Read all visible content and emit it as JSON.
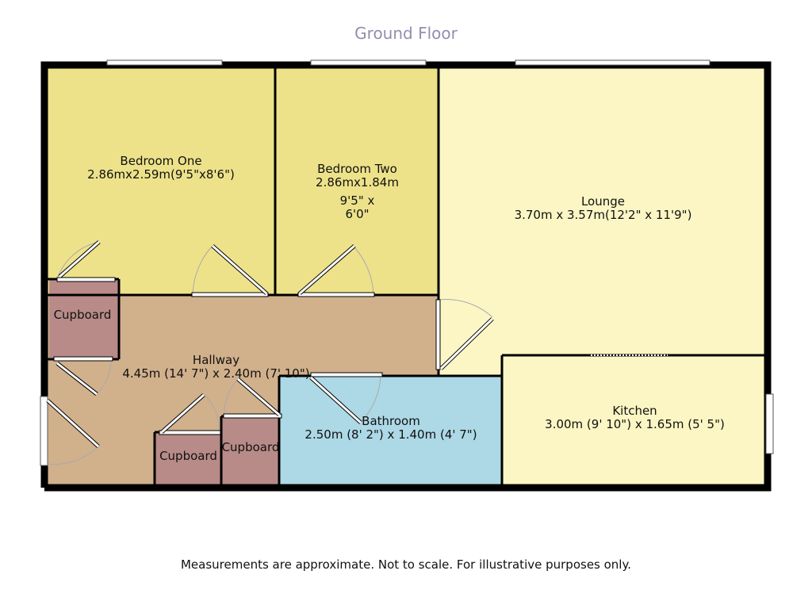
{
  "title": "Ground Floor",
  "disclaimer": "Measurements are approximate. Not to scale. For illustrative purposes only.",
  "colors": {
    "bedroom": "#ede28a",
    "lounge": "#fbf6c4",
    "kitchen": "#fbf6c4",
    "hallway": "#d1b08c",
    "cupboard": "#b88b88",
    "bathroom": "#add8e6",
    "wall": "#000000",
    "title": "#8f8fb0"
  },
  "rooms": {
    "bedroom_one": {
      "name": "Bedroom One",
      "dims": "2.86mx2.59m(9'5\"x8'6\")"
    },
    "bedroom_two": {
      "name": "Bedroom Two",
      "dims": "2.86mx1.84m",
      "imperial_1": "9'5\" x",
      "imperial_2": "6'0\""
    },
    "lounge": {
      "name": "Lounge",
      "dims": "3.70m x 3.57m(12'2\" x 11'9\")"
    },
    "hallway": {
      "name": "Hallway",
      "dims": "4.45m (14' 7\") x 2.40m (7' 10\")"
    },
    "bathroom": {
      "name": "Bathroom",
      "dims": "2.50m (8' 2\") x 1.40m (4' 7\")"
    },
    "kitchen": {
      "name": "Kitchen",
      "dims": "3.00m (9' 10\") x 1.65m (5' 5\")"
    },
    "cupboard_left": {
      "name": "Cupboard"
    },
    "cupboard_mid": {
      "name": "Cupboard"
    },
    "cupboard_right": {
      "name": "Cupboard"
    }
  }
}
